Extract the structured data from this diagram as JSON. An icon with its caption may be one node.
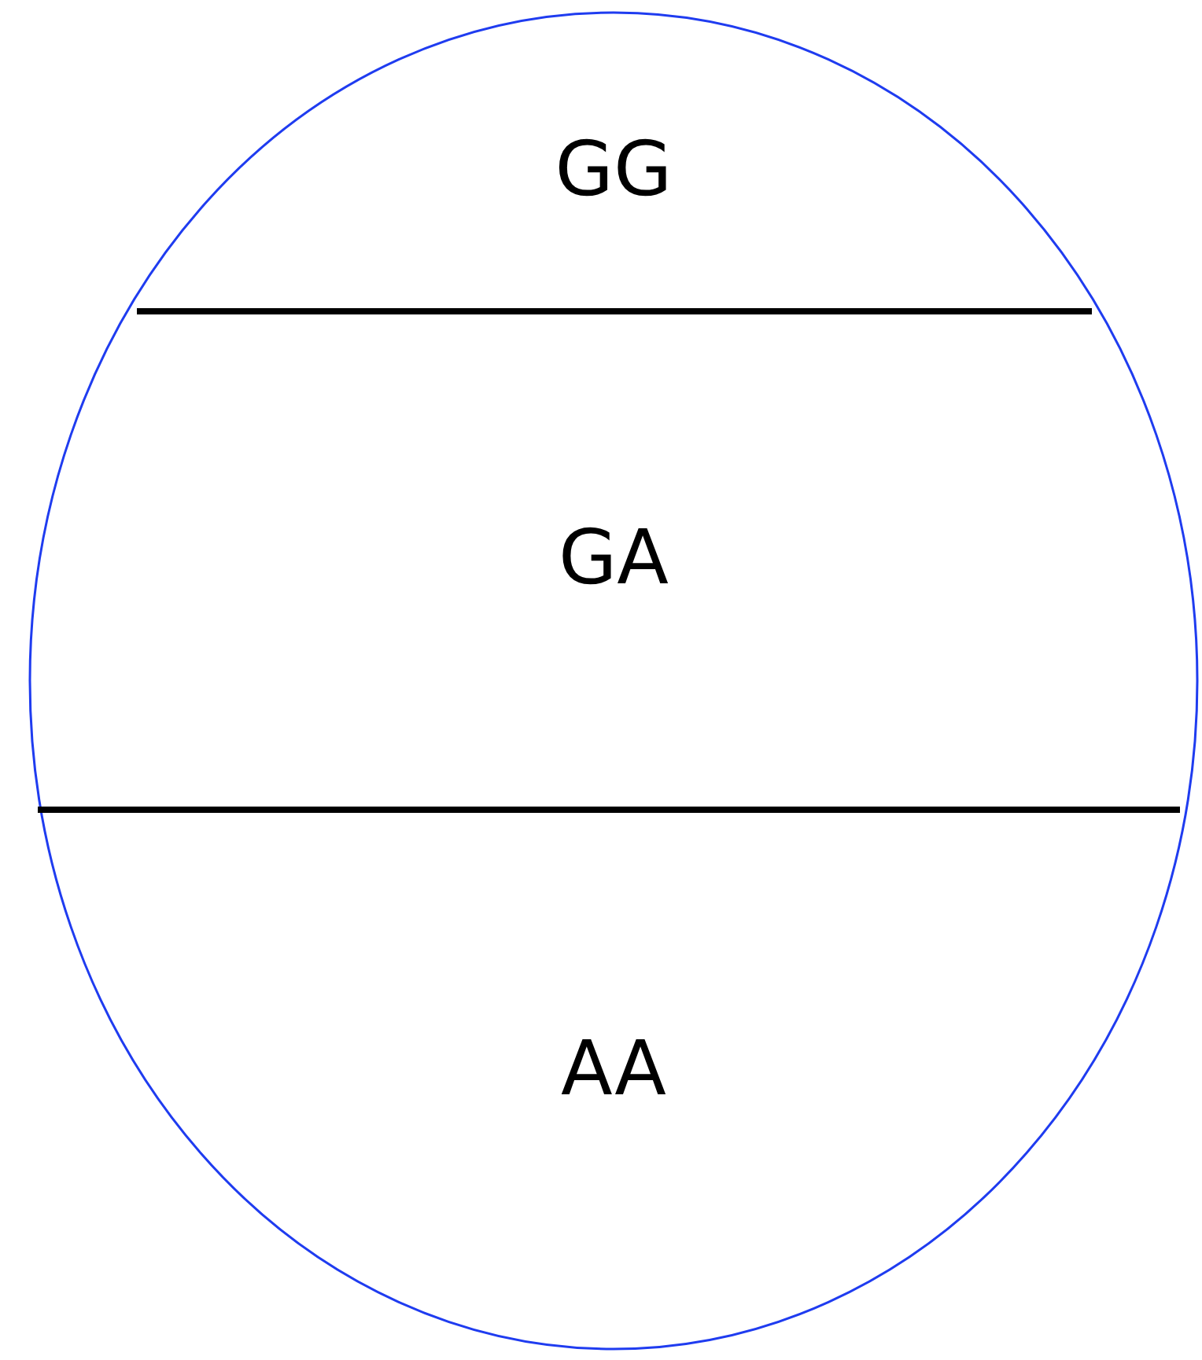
{
  "diagram": {
    "nodes": [
      {
        "text": [],
        "shape": "ellipse"
      },
      {
        "text": [
          "GG"
        ],
        "in": 0
      },
      {
        "text": [
          "GA"
        ],
        "in": 0
      },
      {
        "text": [
          "AA"
        ],
        "in": 0
      }
    ]
  }
}
